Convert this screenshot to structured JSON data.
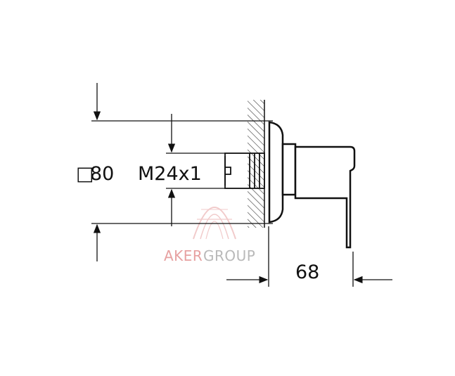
{
  "drawing": {
    "square_symbol": "□",
    "dimension_square": "80",
    "dimension_thread": "M24x1",
    "dimension_depth": "68"
  },
  "watermark": {
    "brand_word_1": "AKER",
    "brand_word_2": "GROUP",
    "color_primary": "#e7a1a1",
    "color_secondary": "#b9b9b9"
  },
  "colors": {
    "line": "#111111",
    "hatch": "#333333"
  }
}
